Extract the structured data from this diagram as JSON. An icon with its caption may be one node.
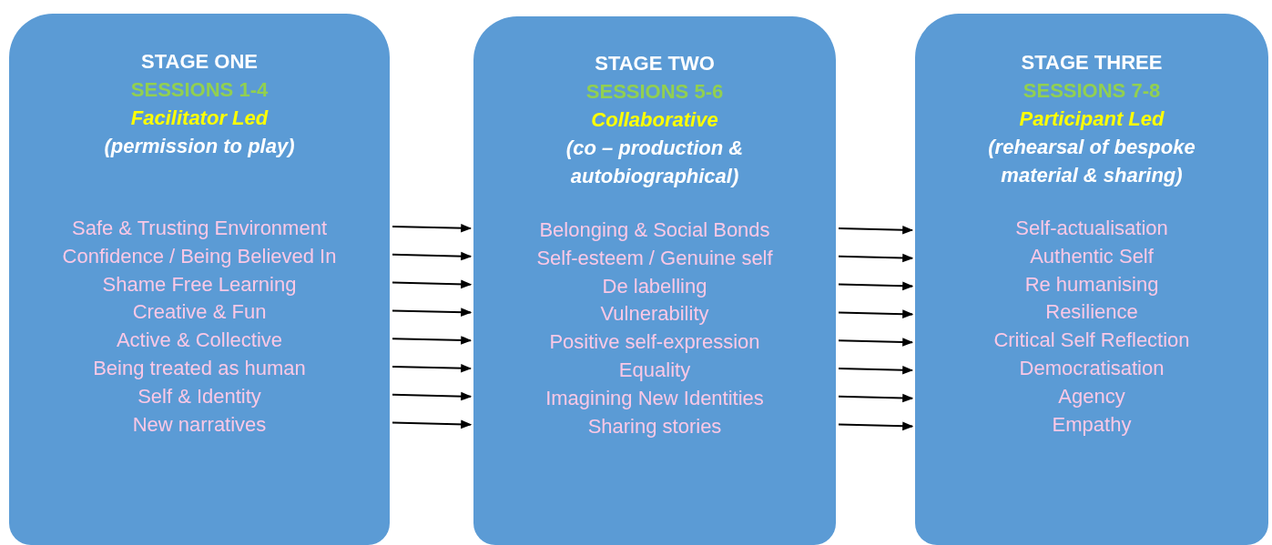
{
  "diagram": {
    "nodes": [
      {
        "text": [
          "STAGE ONE",
          "SESSIONS 1-4",
          "Facilitator Led",
          "(permission to play)",
          "Safe & Trusting Environment",
          "Confidence / Being Believed In",
          "Shame Free Learning",
          "Creative & Fun",
          "Active & Collective",
          "Being treated as human",
          "Self & Identity",
          "New narratives"
        ]
      },
      {
        "text": [
          "STAGE TWO",
          "SESSIONS 5-6",
          "Collaborative",
          "(co – production & autobiographical)",
          "Belonging & Social Bonds",
          "Self-esteem / Genuine self",
          "De labelling",
          "Vulnerability",
          "Positive self-expression",
          "Equality",
          "Imagining New Identities",
          "Sharing stories"
        ]
      },
      {
        "text": [
          "STAGE THREE",
          "SESSIONS 7-8",
          "Participant Led",
          "(rehearsal of bespoke material & sharing)",
          "Self-actualisation",
          "Authentic Self",
          "Re humanising",
          "Resilience",
          "Critical Self Reflection",
          "Democratisation",
          "Agency",
          "Empathy"
        ]
      }
    ],
    "edges": [
      {
        "from": 0,
        "to": 1,
        "arrow": "to"
      },
      {
        "from": 0,
        "to": 1,
        "arrow": "to"
      },
      {
        "from": 0,
        "to": 1,
        "arrow": "to"
      },
      {
        "from": 0,
        "to": 1,
        "arrow": "to"
      },
      {
        "from": 0,
        "to": 1,
        "arrow": "to"
      },
      {
        "from": 0,
        "to": 1,
        "arrow": "to"
      },
      {
        "from": 0,
        "to": 1,
        "arrow": "to"
      },
      {
        "from": 0,
        "to": 1,
        "arrow": "to"
      },
      {
        "from": 1,
        "to": 2,
        "arrow": "to"
      },
      {
        "from": 1,
        "to": 2,
        "arrow": "to"
      },
      {
        "from": 1,
        "to": 2,
        "arrow": "to"
      },
      {
        "from": 1,
        "to": 2,
        "arrow": "to"
      },
      {
        "from": 1,
        "to": 2,
        "arrow": "to"
      },
      {
        "from": 1,
        "to": 2,
        "arrow": "to"
      },
      {
        "from": 1,
        "to": 2,
        "arrow": "to"
      },
      {
        "from": 1,
        "to": 2,
        "arrow": "to"
      }
    ]
  }
}
